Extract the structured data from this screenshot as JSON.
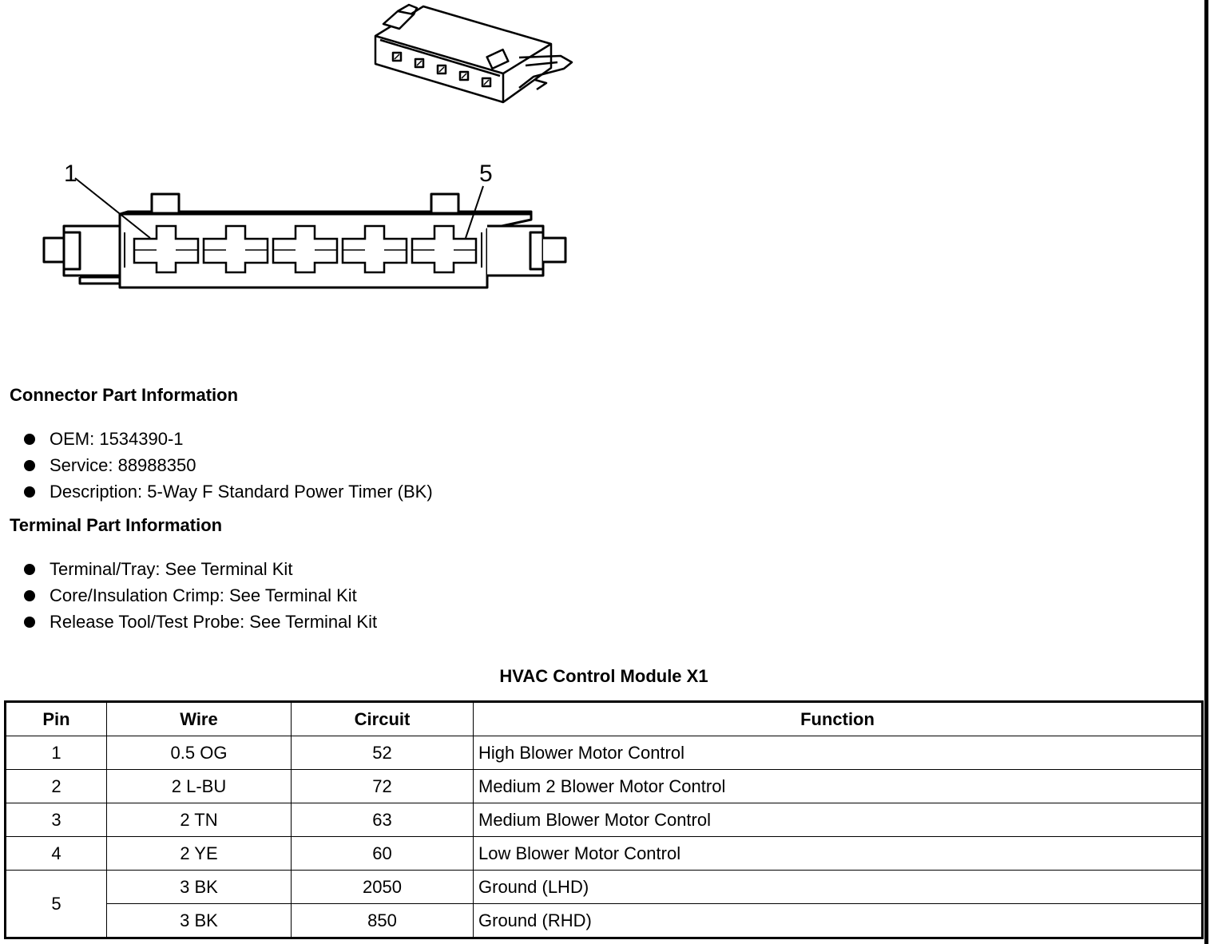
{
  "diagram": {
    "pin_label_first": "1",
    "pin_label_last": "5"
  },
  "connector_info": {
    "heading": "Connector Part Information",
    "items": [
      "OEM: 1534390-1",
      "Service: 88988350",
      "Description: 5-Way F Standard Power Timer (BK)"
    ]
  },
  "terminal_info": {
    "heading": "Terminal Part Information",
    "items": [
      "Terminal/Tray: See Terminal Kit",
      "Core/Insulation Crimp: See Terminal Kit",
      "Release Tool/Test Probe: See Terminal Kit"
    ]
  },
  "table": {
    "title": "HVAC Control Module X1",
    "headers": [
      "Pin",
      "Wire",
      "Circuit",
      "Function"
    ],
    "rows": [
      {
        "pin": "1",
        "wire": "0.5 OG",
        "circuit": "52",
        "function": "High Blower Motor Control"
      },
      {
        "pin": "2",
        "wire": "2 L-BU",
        "circuit": "72",
        "function": "Medium 2 Blower Motor Control"
      },
      {
        "pin": "3",
        "wire": "2 TN",
        "circuit": "63",
        "function": "Medium Blower Motor Control"
      },
      {
        "pin": "4",
        "wire": "2 YE",
        "circuit": "60",
        "function": "Low Blower Motor Control"
      },
      {
        "pin": "5",
        "wire": "3 BK",
        "circuit": "2050",
        "function": "Ground (LHD)"
      },
      {
        "pin": "",
        "wire": "3 BK",
        "circuit": "850",
        "function": "Ground (RHD)"
      }
    ]
  }
}
